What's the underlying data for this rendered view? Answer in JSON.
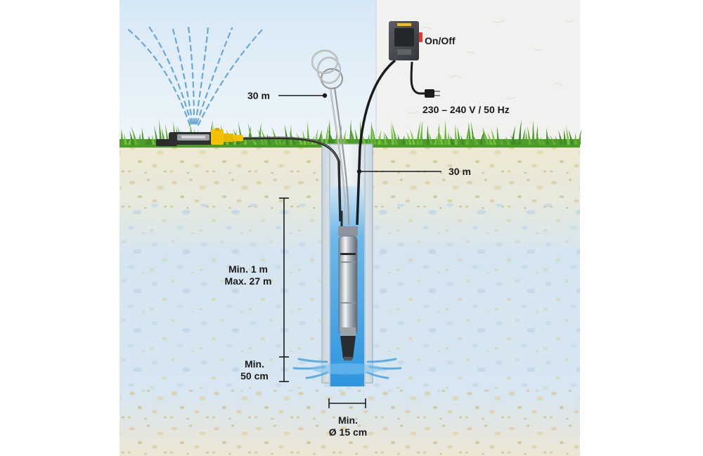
{
  "labels": {
    "switch": "On/Off",
    "hose_length": "30 m",
    "power_supply": "230 – 240 V / 50 Hz",
    "cable_length": "30 m",
    "depth_line1": "Min. 1 m",
    "depth_line2": "Max. 27 m",
    "bottom_line1": "Min.",
    "bottom_line2": "50 cm",
    "diameter_line1": "Min.",
    "diameter_line2": "Ø 15 cm"
  },
  "colors": {
    "sky": "#dcebf6",
    "wall": "#f1f1ef",
    "grass": "#5fae32",
    "soil": "#ece5d2",
    "water_zone": "#d3e5f3",
    "well_water": "#2f97df",
    "controller": "#4a4d52",
    "switch_button": "#e23a2a",
    "sprinkler_accent": "#f2c100",
    "cable": "#1c1c1c",
    "label_text": "#1a1a1a"
  },
  "icons": [
    "sprinkler-icon",
    "control-box-icon",
    "power-plug-icon",
    "pump-icon",
    "rope-icon"
  ]
}
